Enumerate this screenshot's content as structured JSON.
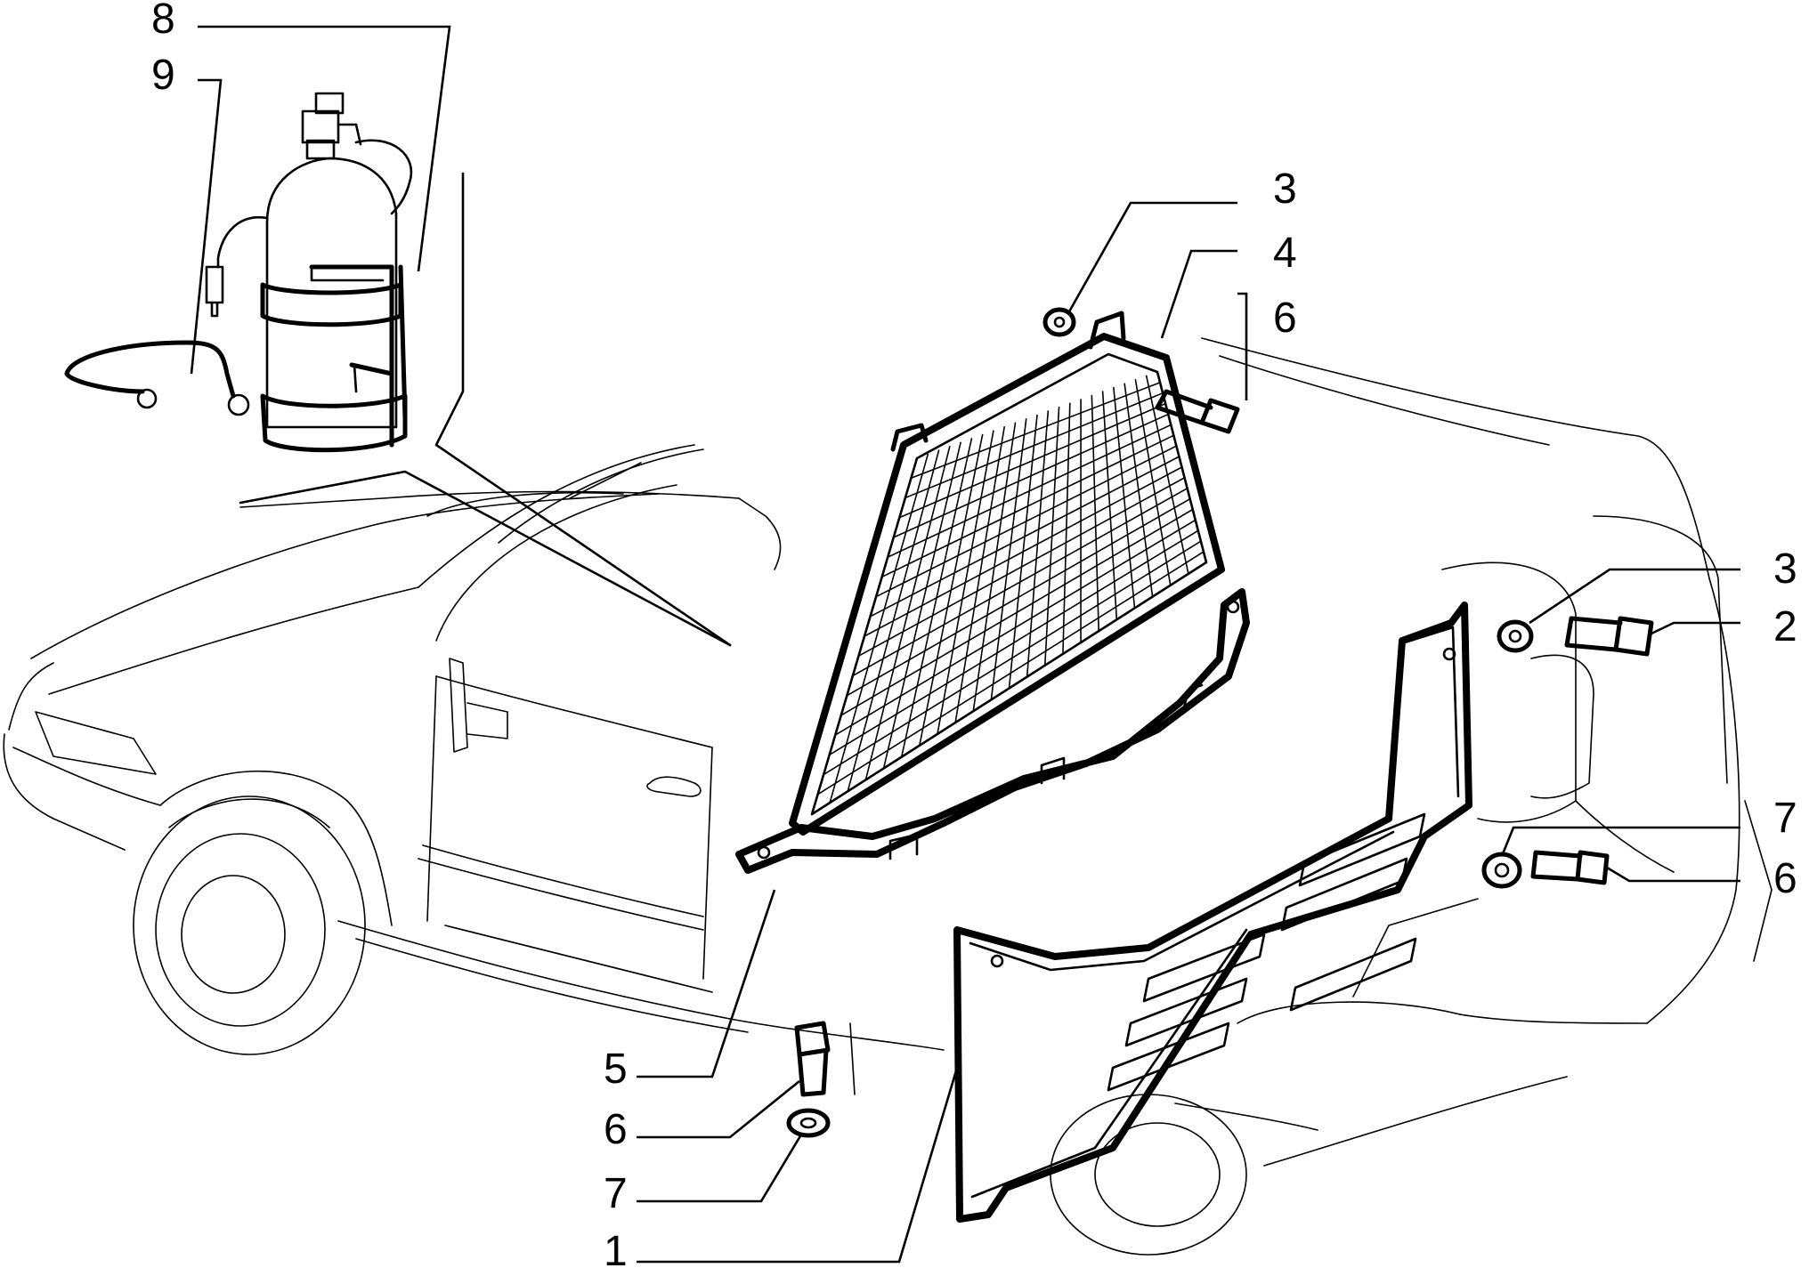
{
  "callouts": {
    "c1": "1",
    "c2": "2",
    "c3a": "3",
    "c3b": "3",
    "c4": "4",
    "c5": "5",
    "c6a": "6",
    "c6b": "6",
    "c6c": "6",
    "c7a": "7",
    "c7b": "7",
    "c8": "8",
    "c9": "9"
  }
}
